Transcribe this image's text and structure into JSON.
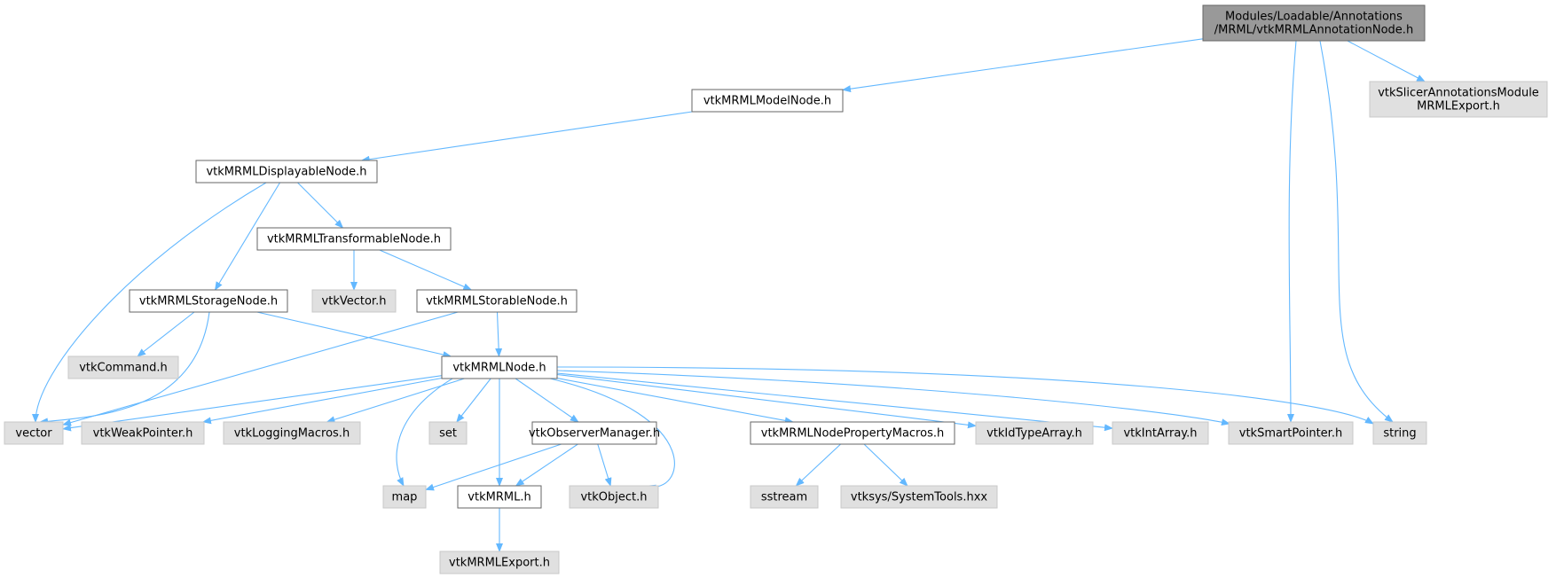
{
  "colors": {
    "root_fill": "#999999",
    "root_border": "#666666",
    "documented_fill": "#ffffff",
    "documented_border": "#666666",
    "external_fill": "#e0e0e0",
    "external_border": "#c8c8c8",
    "edge": "#63b8ff",
    "text": "#000000"
  },
  "graph": {
    "nodes": [
      {
        "id": "root",
        "kind": "root",
        "lines": [
          "Modules/Loadable/Annotations",
          "/MRML/vtkMRMLAnnotationNode.h"
        ]
      },
      {
        "id": "modelnode",
        "kind": "documented",
        "lines": [
          "vtkMRMLModelNode.h"
        ]
      },
      {
        "id": "slicerexport",
        "kind": "external",
        "lines": [
          "vtkSlicerAnnotationsModule",
          "MRMLExport.h"
        ]
      },
      {
        "id": "displayable",
        "kind": "documented",
        "lines": [
          "vtkMRMLDisplayableNode.h"
        ]
      },
      {
        "id": "transformable",
        "kind": "documented",
        "lines": [
          "vtkMRMLTransformableNode.h"
        ]
      },
      {
        "id": "storage",
        "kind": "documented",
        "lines": [
          "vtkMRMLStorageNode.h"
        ]
      },
      {
        "id": "vtkvector",
        "kind": "external",
        "lines": [
          "vtkVector.h"
        ]
      },
      {
        "id": "storable",
        "kind": "documented",
        "lines": [
          "vtkMRMLStorableNode.h"
        ]
      },
      {
        "id": "command",
        "kind": "external",
        "lines": [
          "vtkCommand.h"
        ]
      },
      {
        "id": "mrmlnode",
        "kind": "documented",
        "lines": [
          "vtkMRMLNode.h"
        ]
      },
      {
        "id": "vector",
        "kind": "external",
        "lines": [
          "vector"
        ]
      },
      {
        "id": "weakptr",
        "kind": "external",
        "lines": [
          "vtkWeakPointer.h"
        ]
      },
      {
        "id": "logging",
        "kind": "external",
        "lines": [
          "vtkLoggingMacros.h"
        ]
      },
      {
        "id": "set",
        "kind": "external",
        "lines": [
          "set"
        ]
      },
      {
        "id": "observer",
        "kind": "documented",
        "lines": [
          "vtkObserverManager.h"
        ]
      },
      {
        "id": "propmacros",
        "kind": "documented",
        "lines": [
          "vtkMRMLNodePropertyMacros.h"
        ]
      },
      {
        "id": "idtype",
        "kind": "external",
        "lines": [
          "vtkIdTypeArray.h"
        ]
      },
      {
        "id": "intarray",
        "kind": "external",
        "lines": [
          "vtkIntArray.h"
        ]
      },
      {
        "id": "smartptr",
        "kind": "external",
        "lines": [
          "vtkSmartPointer.h"
        ]
      },
      {
        "id": "string",
        "kind": "external",
        "lines": [
          "string"
        ]
      },
      {
        "id": "map",
        "kind": "external",
        "lines": [
          "map"
        ]
      },
      {
        "id": "vtkmrml",
        "kind": "documented",
        "lines": [
          "vtkMRML.h"
        ]
      },
      {
        "id": "vtkobject",
        "kind": "external",
        "lines": [
          "vtkObject.h"
        ]
      },
      {
        "id": "sstream",
        "kind": "external",
        "lines": [
          "sstream"
        ]
      },
      {
        "id": "systools",
        "kind": "external",
        "lines": [
          "vtksys/SystemTools.hxx"
        ]
      },
      {
        "id": "mrmlexport",
        "kind": "external",
        "lines": [
          "vtkMRMLExport.h"
        ]
      }
    ],
    "edges": [
      {
        "from": "root",
        "to": "modelnode"
      },
      {
        "from": "root",
        "to": "slicerexport"
      },
      {
        "from": "root",
        "to": "smartptr"
      },
      {
        "from": "root",
        "to": "string"
      },
      {
        "from": "modelnode",
        "to": "displayable"
      },
      {
        "from": "displayable",
        "to": "transformable"
      },
      {
        "from": "displayable",
        "to": "storage"
      },
      {
        "from": "displayable",
        "to": "vector"
      },
      {
        "from": "transformable",
        "to": "vtkvector"
      },
      {
        "from": "transformable",
        "to": "storable"
      },
      {
        "from": "storage",
        "to": "command"
      },
      {
        "from": "storage",
        "to": "mrmlnode"
      },
      {
        "from": "storage",
        "to": "vector"
      },
      {
        "from": "storable",
        "to": "mrmlnode"
      },
      {
        "from": "storable",
        "to": "vector"
      },
      {
        "from": "mrmlnode",
        "to": "vector"
      },
      {
        "from": "mrmlnode",
        "to": "weakptr"
      },
      {
        "from": "mrmlnode",
        "to": "logging"
      },
      {
        "from": "mrmlnode",
        "to": "map"
      },
      {
        "from": "mrmlnode",
        "to": "set"
      },
      {
        "from": "mrmlnode",
        "to": "vtkmrml"
      },
      {
        "from": "mrmlnode",
        "to": "observer"
      },
      {
        "from": "mrmlnode",
        "to": "vtkobject"
      },
      {
        "from": "mrmlnode",
        "to": "propmacros"
      },
      {
        "from": "mrmlnode",
        "to": "idtype"
      },
      {
        "from": "mrmlnode",
        "to": "intarray"
      },
      {
        "from": "mrmlnode",
        "to": "smartptr"
      },
      {
        "from": "mrmlnode",
        "to": "string"
      },
      {
        "from": "observer",
        "to": "map"
      },
      {
        "from": "observer",
        "to": "vtkmrml"
      },
      {
        "from": "observer",
        "to": "vtkobject"
      },
      {
        "from": "propmacros",
        "to": "sstream"
      },
      {
        "from": "propmacros",
        "to": "systools"
      },
      {
        "from": "vtkmrml",
        "to": "mrmlexport"
      }
    ]
  }
}
